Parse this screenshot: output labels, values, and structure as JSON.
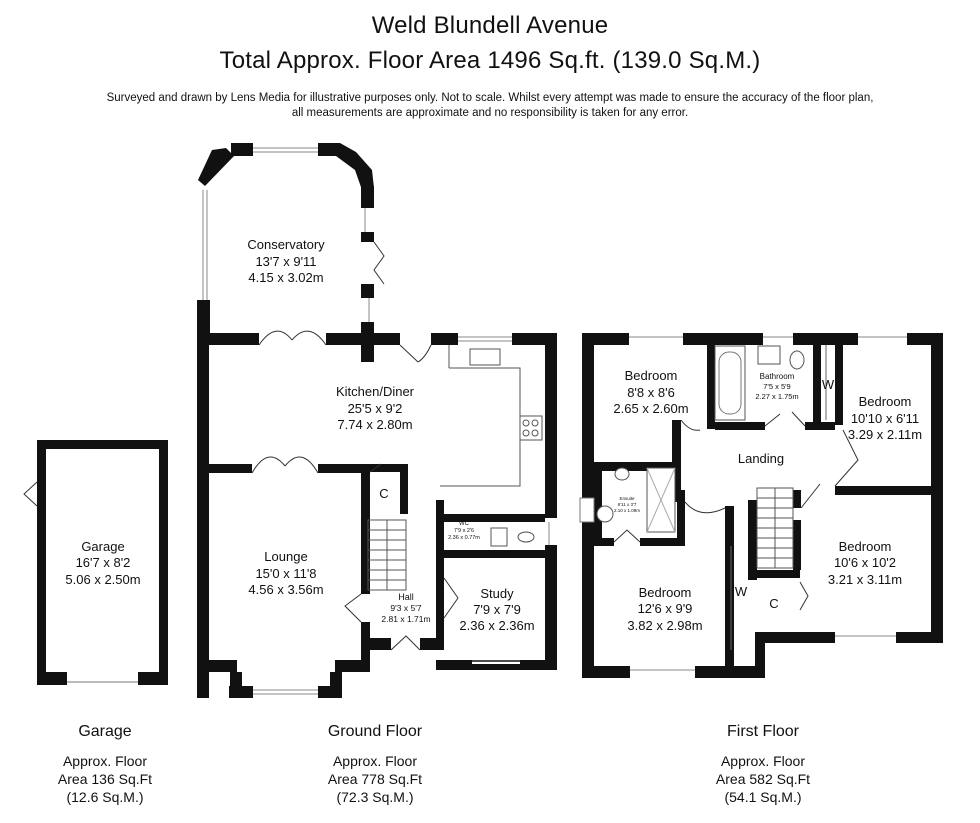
{
  "header": {
    "address": "Weld Blundell Avenue",
    "total_area": "Total Approx. Floor Area 1496 Sq.ft. (139.0 Sq.M.)",
    "disclaimer_line1": "Surveyed and drawn by Lens Media for illustrative purposes only. Not to scale. Whilst every attempt was made to ensure the accuracy of the floor plan,",
    "disclaimer_line2": "all measurements are approximate and no responsibility is taken for any error."
  },
  "rooms": {
    "conservatory": {
      "name": "Conservatory",
      "imperial": "13'7 x 9'11",
      "metric": "4.15 x 3.02m"
    },
    "kitchen": {
      "name": "Kitchen/Diner",
      "imperial": "25'5 x 9'2",
      "metric": "7.74 x 2.80m"
    },
    "lounge": {
      "name": "Lounge",
      "imperial": "15'0 x 11'8",
      "metric": "4.56 x 3.56m"
    },
    "hall": {
      "name": "Hall",
      "imperial": "9'3 x 5'7",
      "metric": "2.81 x 1.71m"
    },
    "wc": {
      "name": "WC",
      "imperial": "7'9 x 2'6",
      "metric": "2.36 x 0.77m"
    },
    "study": {
      "name": "Study",
      "imperial": "7'9 x 7'9",
      "metric": "2.36 x 2.36m"
    },
    "garage": {
      "name": "Garage",
      "imperial": "16'7 x 8'2",
      "metric": "5.06 x 2.50m"
    },
    "bedroom_a": {
      "name": "Bedroom",
      "imperial": "8'8 x 8'6",
      "metric": "2.65 x 2.60m"
    },
    "bathroom": {
      "name": "Bathroom",
      "imperial": "7'5 x 5'9",
      "metric": "2.27 x 1.75m"
    },
    "bedroom_b": {
      "name": "Bedroom",
      "imperial": "10'10 x 6'11",
      "metric": "3.29 x 2.11m"
    },
    "landing": {
      "name": "Landing"
    },
    "ensuite": {
      "name": "Ensuite",
      "imperial": "6'11 x 3'7",
      "metric": "2.10 x 1.09m"
    },
    "bedroom_c": {
      "name": "Bedroom",
      "imperial": "12'6 x 9'9",
      "metric": "3.82 x 2.98m"
    },
    "bedroom_d": {
      "name": "Bedroom",
      "imperial": "10'6 x 10'2",
      "metric": "3.21 x 3.11m"
    }
  },
  "markers": {
    "cupboard": "C",
    "wardrobe": "W"
  },
  "floors": {
    "garage": {
      "name": "Garage",
      "line1": "Approx. Floor",
      "line2": "Area 136 Sq.Ft",
      "line3": "(12.6 Sq.M.)"
    },
    "ground": {
      "name": "Ground Floor",
      "line1": "Approx. Floor",
      "line2": "Area 778 Sq.Ft",
      "line3": "(72.3 Sq.M.)"
    },
    "first": {
      "name": "First Floor",
      "line1": "Approx. Floor",
      "line2": "Area 582 Sq.Ft",
      "line3": "(54.1 Sq.M.)"
    }
  }
}
